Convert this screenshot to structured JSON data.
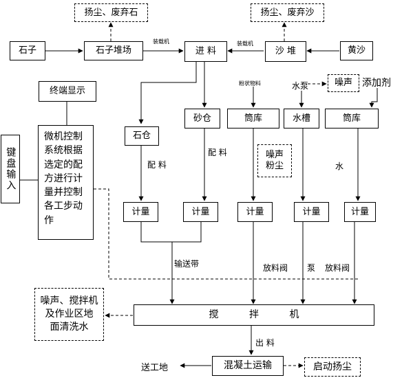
{
  "nodes": {
    "stone": "石子",
    "stone_yard": "石子堆场",
    "dust_waste_stone": "扬尘、废弃石",
    "feed_in": "进  料",
    "sand_pile": "沙  堆",
    "dust_waste_sand": "扬尘、废弃沙",
    "yellow_sand": "黄沙",
    "terminal_display": "终端显示",
    "keyboard_input": "键盘输入",
    "microcomputer_control": "微机控制系统根据选定的配方进行计量并控制各工步动作",
    "stone_bin": "石仓",
    "sand_bin": "砂仓",
    "silo_1": "筒库",
    "water_tank": "水槽",
    "silo_2": "筒库",
    "noise_top": "噪声",
    "additive": "添加剂",
    "noise_dust": "噪声\n粉尘",
    "meter": "计量",
    "mixer": "搅          拌          机",
    "noise_mixer_wash": "噪声、搅拌机\n及作业区地\n面清洗水",
    "concrete_transport": "混凝土运输",
    "start_dust": "启动扬尘",
    "to_site": "送工地"
  },
  "labels": {
    "loader_1": "装载机",
    "loader_2": "装载机",
    "powder_material": "粉状物料",
    "water_pump": "水泵",
    "batch_1": "配  料",
    "batch_2": "配  料",
    "water": "水",
    "conveyor": "输送带",
    "valve_1": "放料阀",
    "pump": "泵",
    "valve_2": "放料阀",
    "discharge": "出  料"
  }
}
